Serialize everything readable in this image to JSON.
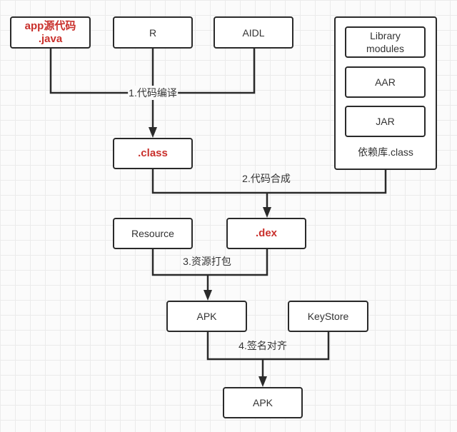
{
  "nodes": {
    "app_source": "app源代码\n.java",
    "app_source_line1": "app源代码",
    "app_source_line2": ".java",
    "r": "R",
    "aidl": "AIDL",
    "library_modules_line1": "Library",
    "library_modules_line2": "modules",
    "aar": "AAR",
    "jar": "JAR",
    "dependency_class": "依赖库.class",
    "class": ".class",
    "resource": "Resource",
    "dex": ".dex",
    "apk": "APK",
    "keystore": "KeyStore",
    "apk_signed": "APK"
  },
  "steps": {
    "step1": "1.代码编译",
    "step2": "2.代码合成",
    "step3": "3.资源打包",
    "step4": "4.签名对齐"
  },
  "colors": {
    "highlight": "#c9302c",
    "line": "#2a2a2a"
  }
}
